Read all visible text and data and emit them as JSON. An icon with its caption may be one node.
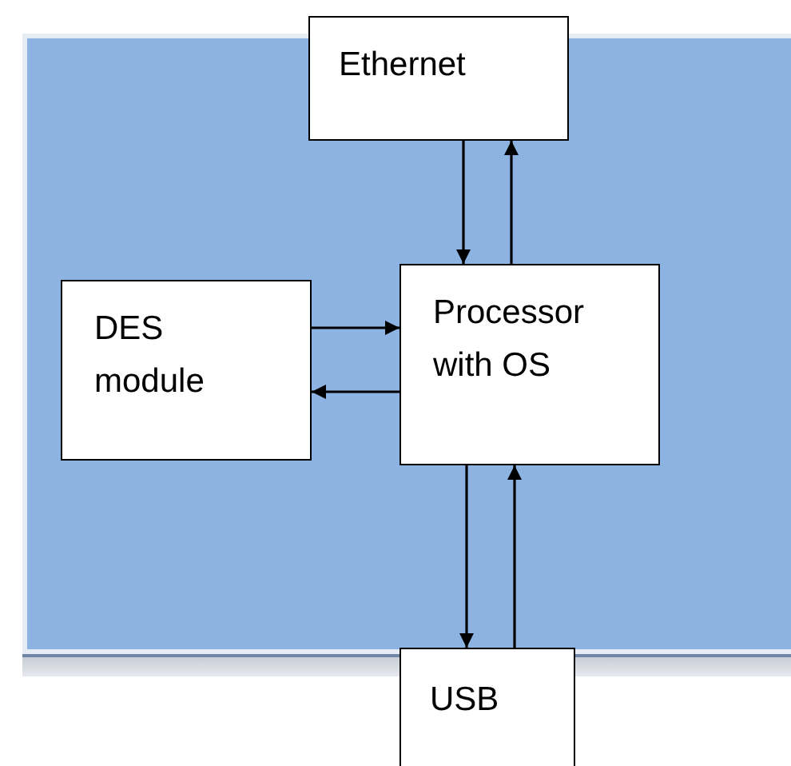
{
  "diagram": {
    "nodes": [
      {
        "text": [
          "Ethernet"
        ]
      },
      {
        "text": [
          "DES module"
        ]
      },
      {
        "text": [
          "Processor with OS"
        ]
      },
      {
        "text": [
          "USB"
        ]
      }
    ],
    "edges": [
      {
        "from": 0,
        "to": 2,
        "arrow": "to"
      },
      {
        "from": 2,
        "to": 0,
        "arrow": "to"
      },
      {
        "from": 1,
        "to": 2,
        "arrow": "to"
      },
      {
        "from": 2,
        "to": 1,
        "arrow": "to"
      },
      {
        "from": 2,
        "to": 3,
        "arrow": "to"
      },
      {
        "from": 3,
        "to": 2,
        "arrow": "to"
      }
    ]
  }
}
